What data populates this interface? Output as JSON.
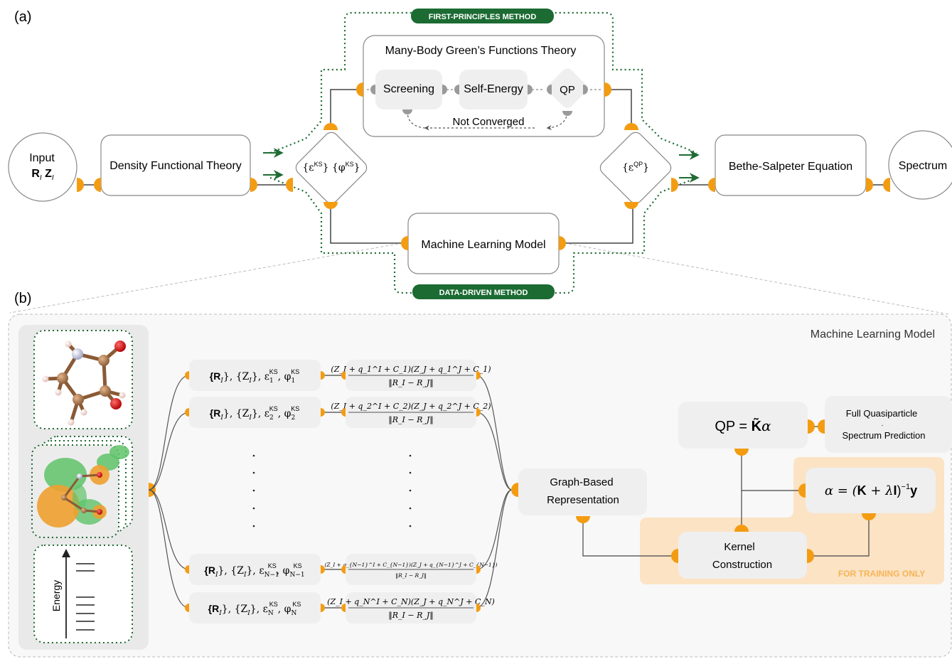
{
  "panel_a": {
    "label": "(a)",
    "first_principles_badge": "FIRST-PRINCIPLES METHOD",
    "data_driven_badge": "DATA-DRIVEN METHOD",
    "input_title": "Input",
    "input_vars": "R",
    "input_sub_I": "I",
    "input_vars2": "Z",
    "dft": "Density Functional Theory",
    "ks_node": "{ε",
    "ks_sup": "KS",
    "ks_mid": "} {φ",
    "ks_sup2": "KS",
    "ks_end": "}",
    "mbgft_title": "Many-Body Green’s Functions Theory",
    "screening": "Screening",
    "self_energy": "Self-Energy",
    "qp": "QP",
    "not_converged": "Not Converged",
    "qp_node": "{ε",
    "qp_sup": "QP",
    "qp_end": "}",
    "bse": "Bethe-Salpeter Equation",
    "spectrum": "Spectrum",
    "ml_model": "Machine Learning Model"
  },
  "panel_b": {
    "label": "(b)",
    "title": "Machine Learning Model",
    "energy_label": "Energy",
    "features": [
      {
        "r": "{R",
        "sub": "I",
        "mid": "}, {Z",
        "sub2": "I",
        "mid2": "}, ε",
        "sub3": "1",
        "sup3": "KS",
        "mid3": ", φ",
        "sub4": "1",
        "sup4": "KS"
      },
      {
        "r": "{R",
        "sub": "I",
        "mid": "}, {Z",
        "sub2": "I",
        "mid2": "}, ε",
        "sub3": "2",
        "sup3": "KS",
        "mid3": ", φ",
        "sub4": "2",
        "sup4": "KS"
      },
      {
        "r": "{R",
        "sub": "I",
        "mid": "}, {Z",
        "sub2": "I",
        "mid2": "}, ε",
        "sub3": "N−1",
        "sup3": "KS",
        "mid3": ", φ",
        "sub4": "N−1",
        "sup4": "KS"
      },
      {
        "r": "{R",
        "sub": "I",
        "mid": "}, {Z",
        "sub2": "I",
        "mid2": "}, ε",
        "sub3": "N",
        "sup3": "KS",
        "mid3": ", φ",
        "sub4": "N",
        "sup4": "KS"
      }
    ],
    "formulas": [
      {
        "num": "(Z_I + q_1^I + C_1)(Z_J + q_1^J + C_1)",
        "den": "‖R_I − R_J‖"
      },
      {
        "num": "(Z_I + q_2^I + C_2)(Z_J + q_2^J + C_2)",
        "den": "‖R_I − R_J‖"
      },
      {
        "num": "(Z_I + q_{N−1}^I + C_{N−1})(Z_J + q_{N−1}^J + C_{N−1})",
        "den": "‖R_I − R_J‖"
      },
      {
        "num": "(Z_I + q_N^I + C_N)(Z_J + q_N^J + C_N)",
        "den": "‖R_I − R_J‖"
      }
    ],
    "graph_line1": "Graph-Based",
    "graph_line2": "Representation",
    "qp_eq_lhs": "QP = ",
    "qp_eq_k": "K̃",
    "qp_eq_alpha": "α",
    "full_qp_line1": "Full Quasiparticle",
    "full_qp_dot": "·",
    "full_qp_line2": "Spectrum Prediction",
    "alpha_eq_a": "α = (",
    "alpha_eq_k": "K",
    "alpha_eq_plus": " + λ",
    "alpha_eq_i": "I",
    "alpha_eq_close": ")",
    "alpha_eq_sup": "−1",
    "alpha_eq_y": "y",
    "kernel_line1": "Kernel",
    "kernel_line2": "Construction",
    "training_only": "FOR TRAINING ONLY"
  },
  "colors": {
    "connector_orange": "#f39c12",
    "badge_green": "#1b6b32",
    "dotted_green": "#1d6b32",
    "training_bg": "#fbe3c4",
    "training_text": "#f7b457",
    "box_gray": "#f0f0f0",
    "panel_bg": "#f8f8f8",
    "mini_connector": "#9a9a9a"
  }
}
